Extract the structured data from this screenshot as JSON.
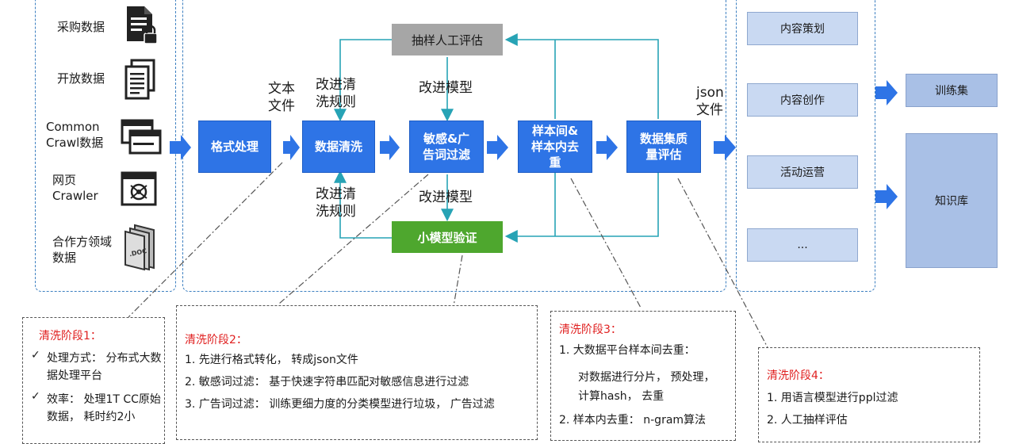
{
  "sources": [
    {
      "label": "采购数据",
      "icon": "locked-document-icon"
    },
    {
      "label": "开放数据",
      "icon": "documents-icon"
    },
    {
      "label": "Common\nCrawl数据",
      "icon": "browser-windows-icon"
    },
    {
      "label": "网页\nCrawler",
      "icon": "web-crawler-icon"
    },
    {
      "label": "合作方领域\n数据",
      "icon": "doc-files-icon"
    }
  ],
  "pipeline": {
    "steps": [
      "格式处理",
      "数据清洗",
      "敏感&广告词过滤",
      "样本间&样本内去重",
      "数据集质量评估"
    ],
    "human_eval": "抽样人工评估",
    "small_model": "小模型验证",
    "text_file": "文本\n文件",
    "json_file": "json\n文件",
    "improve_rules_top": "改进清\n洗规则",
    "improve_rules_bottom": "改进清\n洗规则",
    "improve_model_top": "改进模型",
    "improve_model_bottom": "改进模型"
  },
  "uses": [
    "内容策划",
    "内容创作",
    "活动运营",
    "..."
  ],
  "outputs": [
    "训练集",
    "知识库"
  ],
  "stages": [
    {
      "title": "清洗阶段1：",
      "items": [
        "处理方式： 分布式大数据处理平台",
        "效率： 处理1T CC原始数据， 耗时约2小"
      ]
    },
    {
      "title": "清洗阶段2：",
      "items": [
        "1.  先进行格式转化， 转成json文件",
        "2.  敏感词过滤： 基于快速字符串匹配对敏感信息进行过滤",
        "3.  广告词过滤： 训练更细力度的分类模型进行垃圾， 广告过滤"
      ]
    },
    {
      "title": "清洗阶段3：",
      "items": [
        "1.  大数据平台样本间去重：",
        "对数据进行分片， 预处理，",
        "计算hash， 去重",
        "2.  样本内去重： n-gram算法"
      ]
    },
    {
      "title": "清洗阶段4：",
      "items": [
        "1.  用语言模型进行ppl过滤",
        "2.  人工抽样评估"
      ]
    }
  ],
  "colors": {
    "step_blue": "#2e74e6",
    "green": "#4ea72e",
    "gray": "#a6a6a6",
    "stage_red": "#e02020",
    "light_blue": "#c9d9f2"
  }
}
